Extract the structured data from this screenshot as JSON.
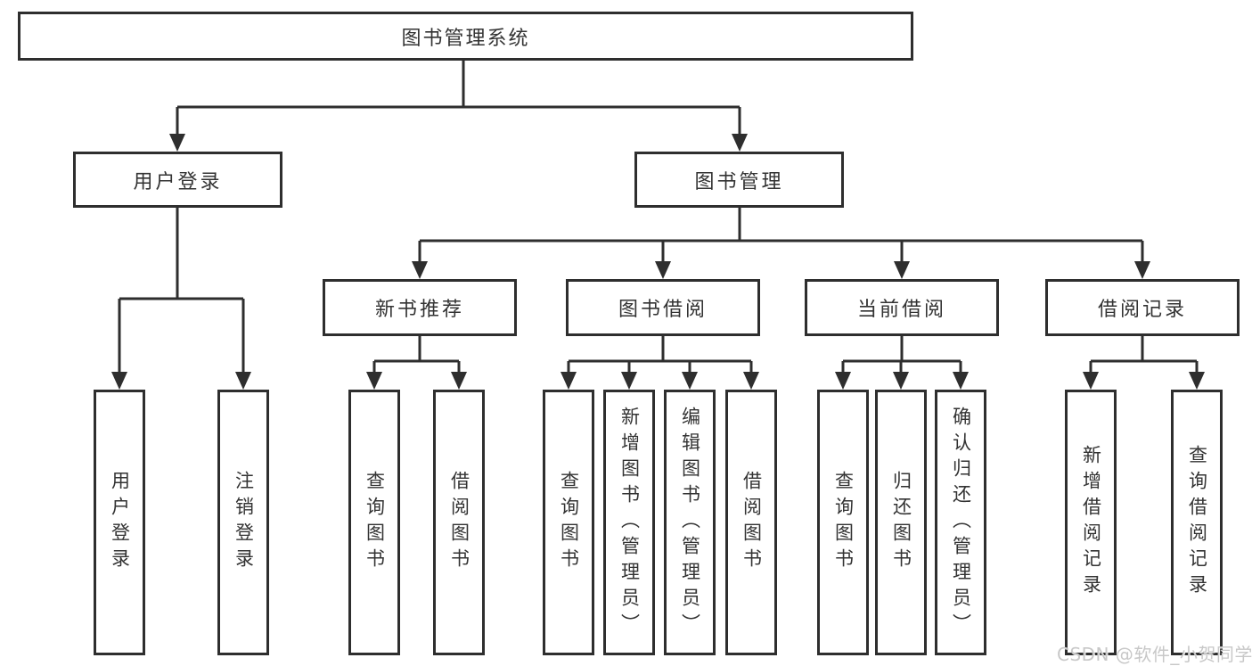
{
  "diagram": {
    "root": {
      "label": "图书管理系统"
    },
    "level2": [
      {
        "label": "用户登录",
        "children": [
          "用户登录",
          "注销登录"
        ]
      },
      {
        "label": "图书管理"
      }
    ],
    "level3": [
      {
        "label": "新书推荐",
        "children": [
          "查询图书",
          "借阅图书"
        ]
      },
      {
        "label": "图书借阅",
        "children": [
          "查询图书",
          "新增图书（管理员）",
          "编辑图书（管理员）",
          "借阅图书"
        ]
      },
      {
        "label": "当前借阅",
        "children": [
          "查询图书",
          "归还图书",
          "确认归还（管理员）"
        ]
      },
      {
        "label": "借阅记录",
        "children": [
          "新增借阅记录",
          "查询借阅记录"
        ]
      }
    ]
  },
  "watermark": "CSDN @软件_小贺同学",
  "colors": {
    "line": "#2e2e2e",
    "border": "#2e2e2e",
    "text": "#333333",
    "background": "#ffffff",
    "watermark": "#c8c8c8"
  }
}
